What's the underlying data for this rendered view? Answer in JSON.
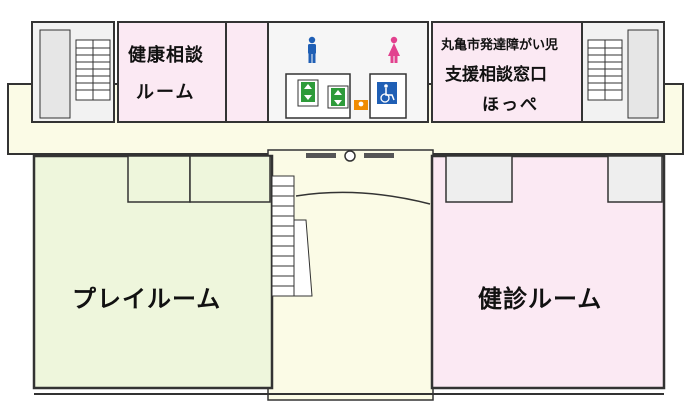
{
  "rooms": {
    "health_consultation": {
      "line1": "健康相談",
      "line2": "ルーム"
    },
    "child_support": {
      "line1": "丸亀市発達障がい児",
      "line2": "支援相談窓口",
      "line3": "ほっぺ"
    },
    "playroom": {
      "label": "プレイルーム"
    },
    "checkup_room": {
      "label": "健診ルーム"
    }
  },
  "icons": {
    "restroom_men": "man-icon",
    "restroom_women": "woman-icon",
    "accessible_toilet": "wheelchair-icon",
    "elevators": "elevator-icon",
    "ostomate": "ostomate-icon"
  },
  "colors": {
    "health_consultation_fill": "#fbe9f3",
    "child_support_fill": "#fbe9f3",
    "playroom_fill": "#eef6dc",
    "checkup_fill": "#fbe9f3",
    "corridor_fill": "#fbfbe6",
    "service_fill": "#f4f4f4",
    "men_color": "#1f5fb5",
    "women_color": "#e2418e",
    "elevator_color": "#2e9b3a",
    "accessible_color": "#1f5fb5",
    "ostomate_color": "#f08c00"
  }
}
